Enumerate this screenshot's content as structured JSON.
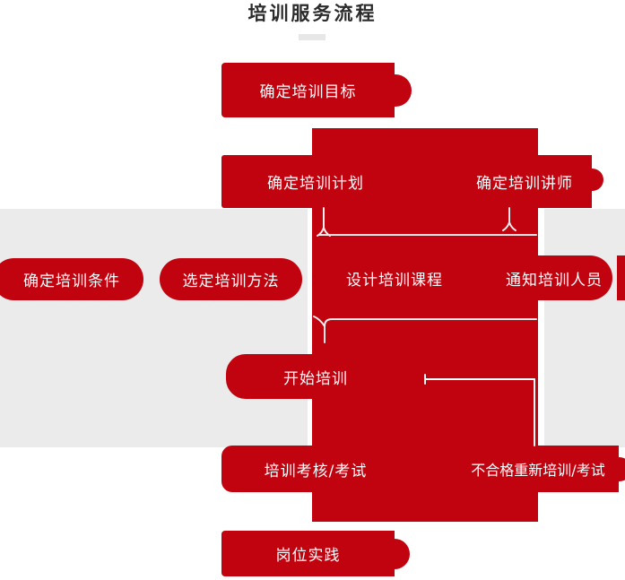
{
  "title": "培训服务流程",
  "colors": {
    "red": "#c1020f",
    "gray": "#ebebeb",
    "titleColor": "#2b2b2b",
    "dash": "#e7e7e7"
  },
  "flow": {
    "step1_goal": "确定培训目标",
    "step2_plan": "确定培训计划",
    "step2_lecturer": "确定培训讲师",
    "step3_conditions": "确定培训条件",
    "step3_method": "选定培训方法",
    "step3_course": "设计培训课程",
    "step3_notify": "通知培训人员",
    "step4_start": "开始培训",
    "step5_exam": "培训考核/考试",
    "step5_retrain": "不合格重新培训/考试",
    "step6_practice": "岗位实践"
  }
}
